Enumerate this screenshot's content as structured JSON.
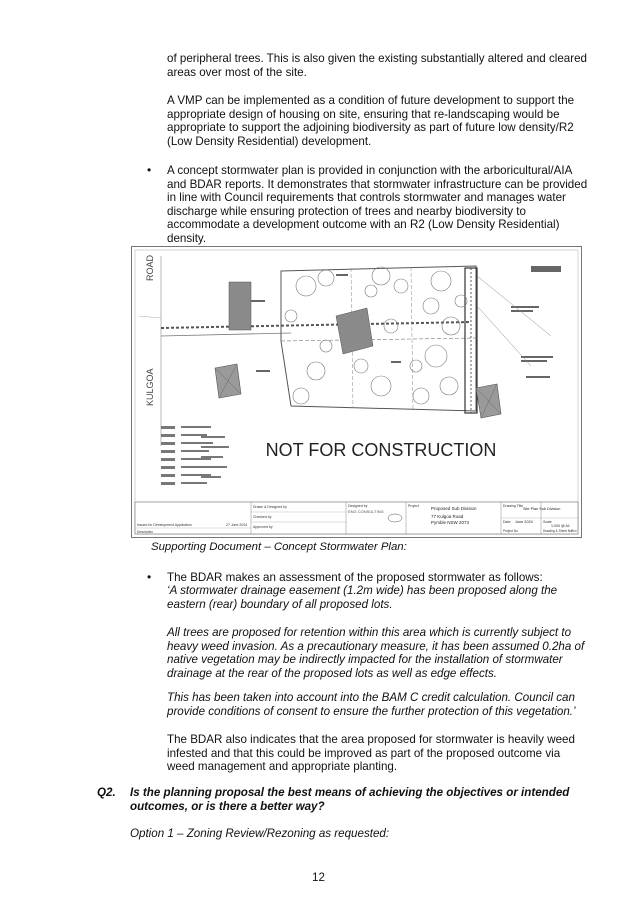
{
  "page": {
    "continued_para": "of peripheral trees. This is also given the existing substantially altered and cleared areas over most of the site.",
    "vmp_para": "A VMP can be implemented as a condition of future development to support the appropriate design of housing on site, ensuring that re-landscaping would be appropriate to support the adjoining biodiversity as part of future low density/R2 (Low Density Residential) development.",
    "bullet1": "A concept stormwater plan is provided in conjunction with the arboricultural/AIA and BDAR reports. It demonstrates that stormwater infrastructure can be provided in line with Council requirements that controls stormwater and manages water discharge while ensuring protection of trees and nearby biodiversity to accommodate a development outcome with an R2 (Low Density Residential) density.",
    "figure": {
      "road_label_1": "ROAD",
      "road_label_2": "KULGOA",
      "watermark": "NOT FOR CONSTRUCTION",
      "title_block": {
        "project_heading": "Project",
        "project_name": "Proposed Sub Division",
        "address_line1": "77 Kulgoa Road",
        "address_line2": "Pymble NSW 2073",
        "drawing_title_heading": "Drawing Title",
        "drawing_title": "Site Plan Sub Division",
        "date_heading": "Date",
        "date": "June 2024",
        "scale_heading": "Scale",
        "scale": "1:200 @ A1",
        "designed_by": "Designed by",
        "consultant": "ENG CONSULTING",
        "drawn_by": "Drawn & Designed by",
        "checked_by": "Checked by",
        "approved_by": "Approved by",
        "project_no_heading": "Project No",
        "drawing_no_heading": "Drawing & Sheet No",
        "rev_heading": "Rev",
        "description_heading": "Description",
        "issue_note": "Issued for Development Application",
        "issue_date": "27 June 2024"
      }
    },
    "caption": "Supporting Document – Concept Stormwater Plan:",
    "bullet2_intro": "The BDAR makes an assessment of the proposed stormwater as follows:",
    "quote1": "‘A stormwater drainage easement (1.2m wide) has been proposed along the eastern (rear) boundary of all proposed lots.",
    "quote2": "All trees are proposed for retention within this area which is currently subject to heavy weed invasion. As a precautionary measure, it has been assumed 0.2ha of native vegetation may be indirectly impacted for the installation of stormwater drainage at the rear of the proposed lots as well as edge effects.",
    "quote3": "This has been taken into account into the BAM C credit calculation. Council can provide conditions of consent to ensure the further protection of this vegetation.’",
    "bdar_para": "The BDAR also indicates that the area proposed for stormwater is heavily weed infested and that this could be improved as part of the proposed outcome via weed management and appropriate planting.",
    "q2_label": "Q2.",
    "q2_text": "Is the planning proposal the best means of achieving the objectives or intended outcomes, or is there a better way?",
    "option1": "Option 1 – Zoning Review/Rezoning as requested:",
    "page_number": "12"
  },
  "icons": {
    "bullet": "bullet-dot"
  },
  "colors": {
    "text": "#111111",
    "drawing_line": "#444444",
    "building": "#8a8a8a"
  }
}
